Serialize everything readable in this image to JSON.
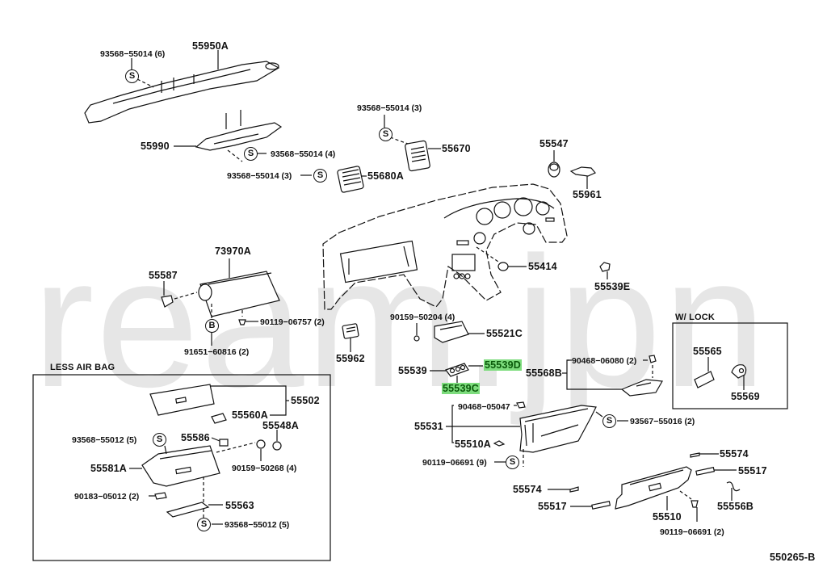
{
  "diagram": {
    "title": "Instrument panel & glove compartment parts diagram",
    "watermark": "ream.jpn",
    "diagram_code": "550265-B",
    "highlight_color": "#7ddc7d",
    "sections": {
      "less_air_bag": "LESS AIR BAG",
      "with_lock": "W/ LOCK"
    },
    "symbols": {
      "screw": "S",
      "bolt": "B"
    },
    "labels": {
      "p55950A": "55950A",
      "p93568_55014_6": "93568−55014 (6)",
      "p55990": "55990",
      "p93568_55014_4": "93568−55014 (4)",
      "p93568_55014_3a": "93568−55014 (3)",
      "p55680A": "55680A",
      "p93568_55014_3b": "93568−55014 (3)",
      "p55670": "55670",
      "p55547": "55547",
      "p55961": "55961",
      "p73970A": "73970A",
      "p55587": "55587",
      "p90119_06757": "90119−06757 (2)",
      "p91651_60816": "91651−60816 (2)",
      "p55414": "55414",
      "p55539E": "55539E",
      "p55962": "55962",
      "p90159_50204": "90159−50204 (4)",
      "p55521C": "55521C",
      "p55539": "55539",
      "p55539D": "55539D",
      "p55539C": "55539C",
      "p55568B": "55568B",
      "p90468_06080": "90468−06080 (2)",
      "p55565": "55565",
      "p55569": "55569",
      "p90468_05047": "90468−05047",
      "p55531": "55531",
      "p55510A": "55510A",
      "p93567_55016": "93567−55016 (2)",
      "p90119_06691_9": "90119−06691 (9)",
      "p55574a": "55574",
      "p55517a": "55517",
      "p55574b": "55574",
      "p55517b": "55517",
      "p55556B": "55556B",
      "p55510": "55510",
      "p90119_06691_2": "90119−06691 (2)",
      "p55502": "55502",
      "p55560A": "55560A",
      "p55548A": "55548A",
      "p93568_55012_5a": "93568−55012 (5)",
      "p55586": "55586",
      "p55581A": "55581A",
      "p90159_50268": "90159−50268 (4)",
      "p90183_05012": "90183−05012 (2)",
      "p55563": "55563",
      "p93568_55012_5b": "93568−55012 (5)"
    },
    "highlighted_parts": [
      "55539D",
      "55539C"
    ]
  }
}
